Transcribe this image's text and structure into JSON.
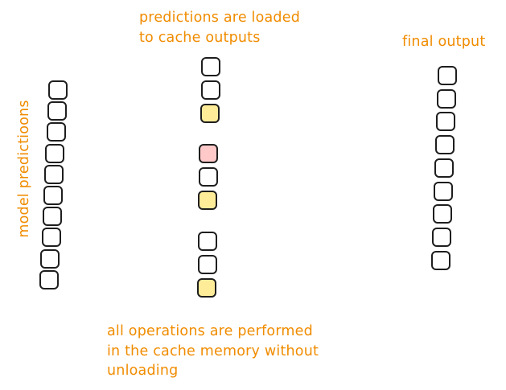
{
  "labels": {
    "cache_title": "predictions are loaded\nto cache outputs",
    "final_title": "final output",
    "model_title": "model predictioons",
    "ops_note": "all operations are performed\nin the cache memory without\nunloading"
  },
  "colors": {
    "text": "#f08c00",
    "stroke": "#1e1e1e",
    "cell_fill": "#ffffff",
    "yellow_fill": "#ffec99",
    "red_fill": "#ffc9c9"
  },
  "columns": {
    "model_predictions": {
      "cells": [
        "white",
        "white",
        "white",
        "white",
        "white",
        "white",
        "white",
        "white",
        "white",
        "white"
      ]
    },
    "cache_group_1": {
      "cells": [
        "white",
        "white",
        "yellow"
      ]
    },
    "cache_group_2": {
      "cells": [
        "red",
        "white",
        "yellow"
      ]
    },
    "cache_group_3": {
      "cells": [
        "white",
        "white",
        "yellow"
      ]
    },
    "final_output": {
      "cells": [
        "white",
        "white",
        "white",
        "white",
        "white",
        "white",
        "white",
        "white",
        "white"
      ]
    }
  }
}
